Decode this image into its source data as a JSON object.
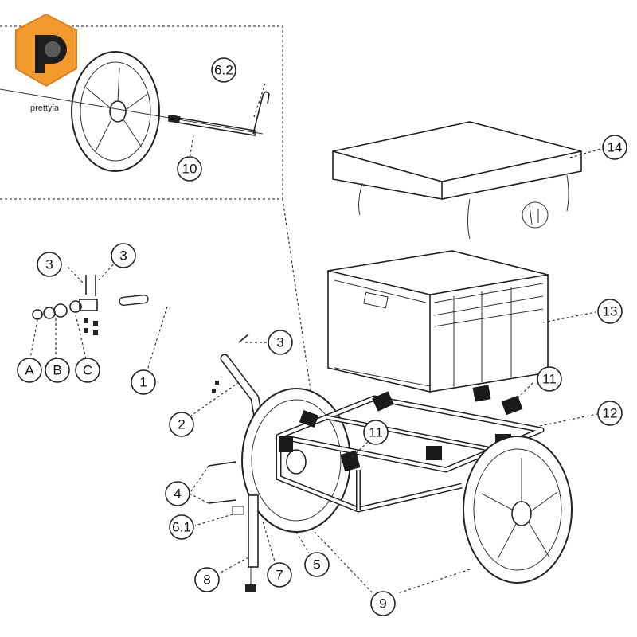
{
  "brand": {
    "name": "prettyia",
    "logo_color": "#f29a2e",
    "logo_inner_color": "#5a5a5a",
    "icon": "logo-p-icon"
  },
  "callouts": [
    {
      "id": "c-6-2",
      "label": "6.2"
    },
    {
      "id": "c-10",
      "label": "10"
    },
    {
      "id": "c-14",
      "label": "14"
    },
    {
      "id": "c-3a",
      "label": "3"
    },
    {
      "id": "c-3b",
      "label": "3"
    },
    {
      "id": "c-3c",
      "label": "3"
    },
    {
      "id": "c-13",
      "label": "13"
    },
    {
      "id": "c-A",
      "label": "A"
    },
    {
      "id": "c-B",
      "label": "B"
    },
    {
      "id": "c-C",
      "label": "C"
    },
    {
      "id": "c-1",
      "label": "1"
    },
    {
      "id": "c-11a",
      "label": "11"
    },
    {
      "id": "c-11b",
      "label": "11"
    },
    {
      "id": "c-2",
      "label": "2"
    },
    {
      "id": "c-12",
      "label": "12"
    },
    {
      "id": "c-4",
      "label": "4"
    },
    {
      "id": "c-6-1",
      "label": "6.1"
    },
    {
      "id": "c-5",
      "label": "5"
    },
    {
      "id": "c-8",
      "label": "8"
    },
    {
      "id": "c-7",
      "label": "7"
    },
    {
      "id": "c-9",
      "label": "9"
    }
  ]
}
